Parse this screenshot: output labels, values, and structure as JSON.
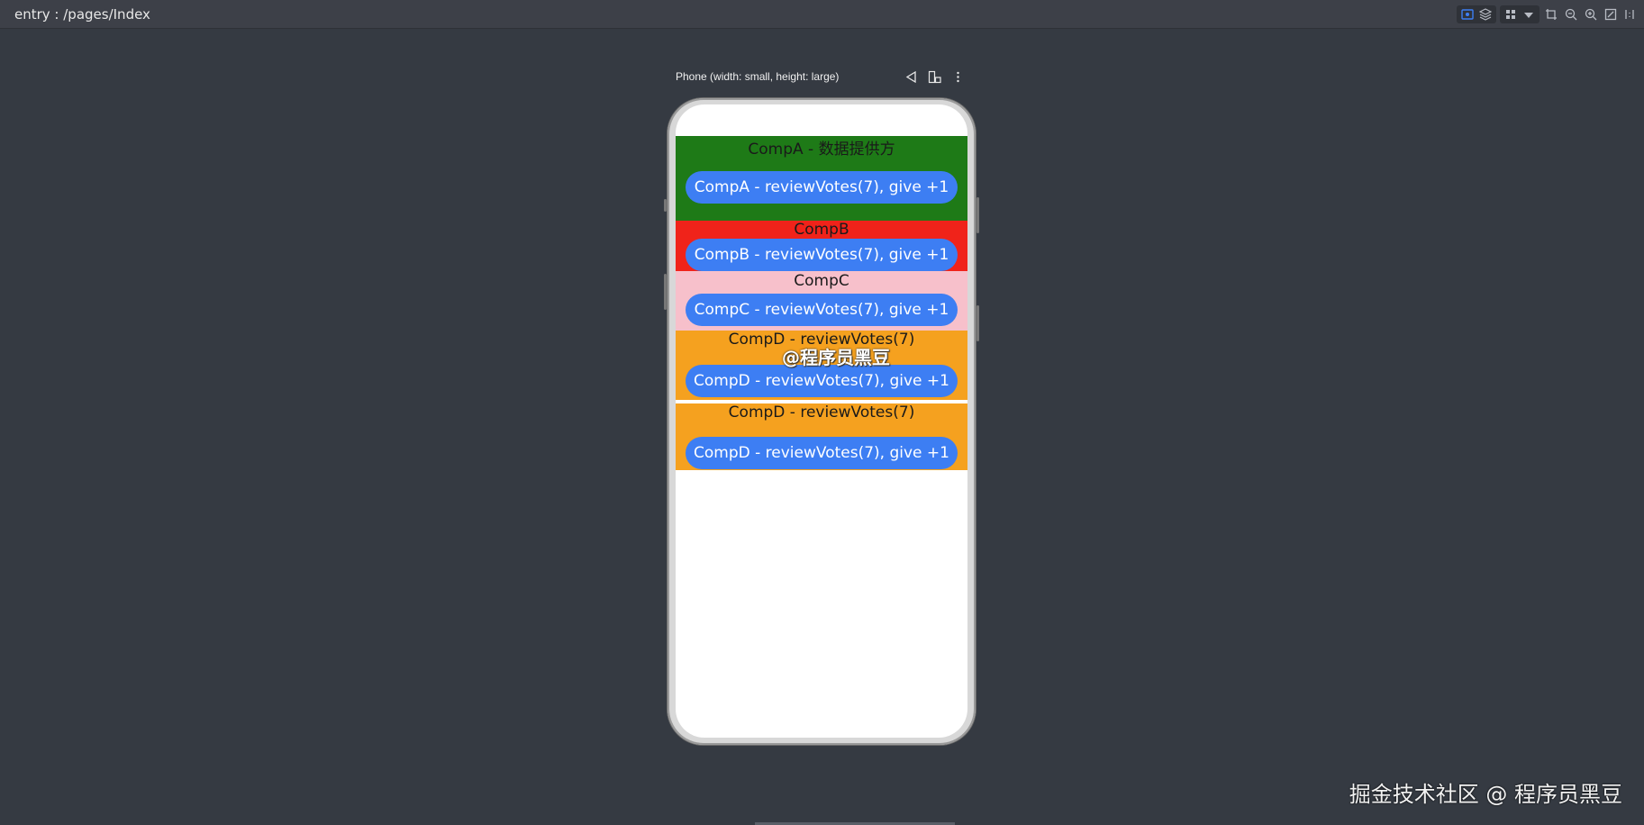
{
  "window": {
    "page_path": "entry : /pages/Index"
  },
  "toolbar": {
    "icons": [
      "inspector-icon",
      "layers-icon",
      "grid-icon",
      "dropdown-icon",
      "crop-icon",
      "zoom-out-icon",
      "zoom-in-icon",
      "fit-icon",
      "ratio-icon"
    ],
    "active_color": "#3d7ef3"
  },
  "device": {
    "label": "Phone (width: small, height: large)",
    "actions": [
      "back-icon",
      "rotate-icon",
      "more-icon"
    ]
  },
  "app": {
    "comp_a": {
      "label": "CompA - 数据提供方",
      "button": "CompA - reviewVotes(7), give +1",
      "color": "#1e7a17"
    },
    "comp_b": {
      "label": "CompB",
      "button": "CompB - reviewVotes(7), give +1",
      "color": "#f0231a"
    },
    "comp_c": {
      "label": "CompC",
      "button": "CompC - reviewVotes(7), give +1",
      "color": "#f7c0cb"
    },
    "comp_d1": {
      "label": "CompD - reviewVotes(7)",
      "button": "CompD - reviewVotes(7), give +1",
      "color": "#f5a11f"
    },
    "comp_d2": {
      "label": "CompD - reviewVotes(7)",
      "button": "CompD - reviewVotes(7), give +1",
      "color": "#f5a11f"
    },
    "button_color": "#3d7ef3"
  },
  "watermarks": {
    "center": "@程序员黑豆",
    "corner": "掘金技术社区 @ 程序员黑豆"
  }
}
